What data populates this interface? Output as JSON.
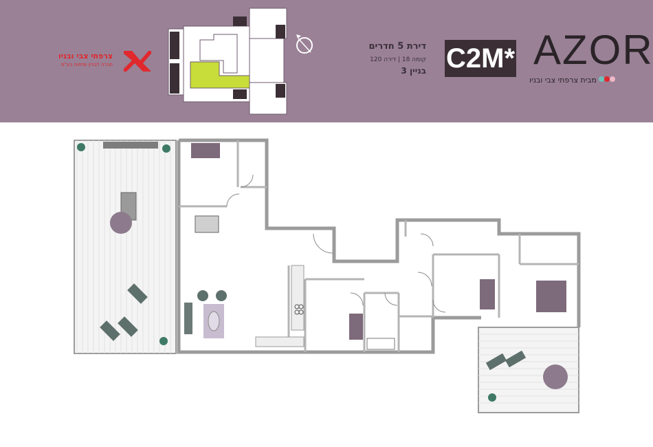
{
  "header": {
    "apartment_type": "דירת 5 חדרים",
    "floor_apartment": "קומה 18 | דירה 120",
    "building": "בניין 3",
    "model_code": "C2M*",
    "project_name": "AZOR",
    "project_subtitle": "מבית צרפתי צבי ובניו",
    "developer_name": "צרפתי צבי ובניו",
    "developer_tagline": "חברה לבניין ופיתוח בע\"מ"
  },
  "colors": {
    "header_bg": "#9a8196",
    "model_box": "#3b2f35",
    "highlight_unit": "#c8dd3a",
    "developer_red": "#e0282d",
    "furniture": "#7d6a7b",
    "wall": "#9b9b9b"
  },
  "icons": [
    "compass-icon",
    "developer-logo",
    "project-logo"
  ]
}
